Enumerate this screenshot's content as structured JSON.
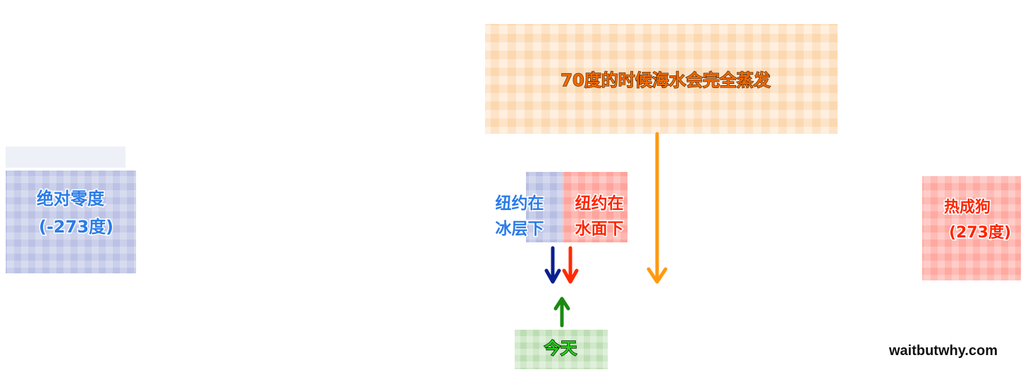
{
  "left_end": {
    "line1": "绝对零度",
    "line2": "(-273度)"
  },
  "right_end": {
    "line1": "热成狗",
    "line2": "(273度)"
  },
  "nyc_ice": {
    "line1": "纽约在",
    "line2": "冰层下"
  },
  "nyc_water": {
    "line1": "纽约在",
    "line2": "水面下"
  },
  "ocean_evaporate": {
    "text": "70度的时候海水会完全蒸发"
  },
  "today": {
    "text": "今天"
  },
  "brand": {
    "text": "waitbutwhy.com"
  },
  "colors": {
    "scale_cold": "#7aa7ff",
    "scale_mid": "#a06fc0",
    "scale_hot": "#ff2200",
    "ice_arrow": "#0a1f8f",
    "water_arrow": "#ff2a00",
    "evaporate_arrow": "#ff9a10",
    "today_arrow": "#1a8a10",
    "blue_label": "#2a7be8",
    "red_label": "#ff2400",
    "orange_label": "#f06a00",
    "green_label": "#25d01a"
  },
  "icons": {
    "ice_arrow": "arrow-down",
    "water_arrow": "arrow-down",
    "evaporate_arrow": "arrow-down",
    "today_arrow": "arrow-up"
  }
}
